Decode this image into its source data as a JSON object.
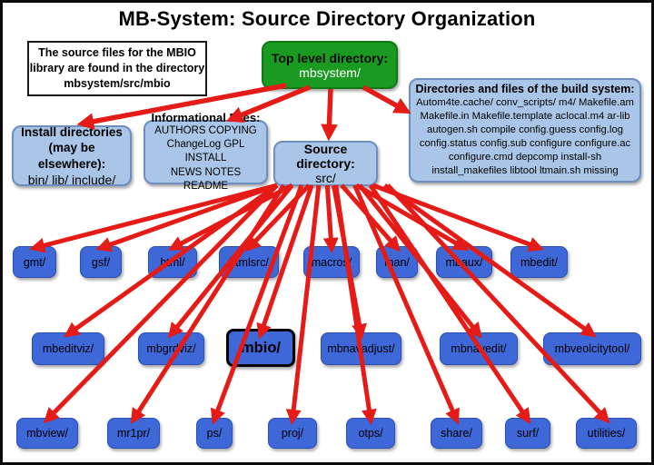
{
  "title": "MB-System: Source Directory Organization",
  "note": {
    "text": "The source files for the MBIO\nlibrary are found in the directory\nmbsystem/src/mbio"
  },
  "top_level": {
    "label": "Top level directory:",
    "value": "mbsystem/"
  },
  "install_dirs": {
    "label": "Install directories\n(may be elsewhere):",
    "value": "bin/ lib/ include/"
  },
  "info_files": {
    "label": "Informational Files:",
    "value": "AUTHORS COPYING\nChangeLog GPL INSTALL\nNEWS NOTES README"
  },
  "source_dir": {
    "label": "Source directory:",
    "value": "src/"
  },
  "build_system": {
    "label": "Directories and files of the build system:",
    "files": "Autom4te.cache/ conv_scripts/ m4/ Makefile.am\nMakefile.in Makefile.template aclocal.m4 ar-lib\nautogen.sh compile config.guess config.log\nconfig.status config.sub configure configure.ac\nconfigure.cmd depcomp install-sh\ninstall_makefiles libtool ltmain.sh missing"
  },
  "directories": {
    "row1": [
      "gmt/",
      "gsf/",
      "html/",
      "htmlsrc/",
      "macros/",
      "man/",
      "mbaux/",
      "mbedit/"
    ],
    "row2": [
      "mbeditviz/",
      "mbgrdviz/",
      "mbio/",
      "mbnavadjust/",
      "mbnavedit/",
      "mbveolcitytool/"
    ],
    "row3": [
      "mbview/",
      "mr1pr/",
      "ps/",
      "proj/",
      "otps/",
      "share/",
      "surf/",
      "utilities/"
    ]
  },
  "highlighted_directory": "mbio/",
  "colors": {
    "arrow": "#e41b17",
    "green_fill": "#1a9a20",
    "green_border": "#0e7a14",
    "light_blue_fill": "#a9c5e8",
    "light_blue_border": "#6d8fbf",
    "dir_blue_fill": "#3e67d8",
    "dir_blue_border": "#2a50b4"
  }
}
